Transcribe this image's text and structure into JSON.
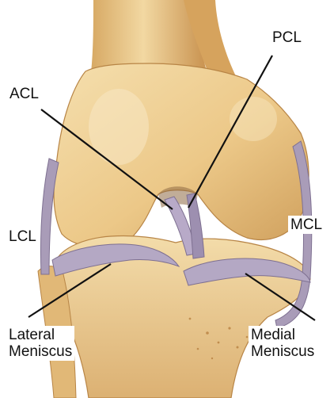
{
  "labels": {
    "pcl": "PCL",
    "acl": "ACL",
    "lcl": "LCL",
    "mcl": "MCL",
    "lateral_meniscus": [
      "Lateral",
      "Meniscus"
    ],
    "medial_meniscus": [
      "Medial",
      "Meniscus"
    ]
  },
  "colors": {
    "bone": "#ecc888",
    "bone_shadow": "#c99a55",
    "bone_highlight": "#f8e8c4",
    "ligament": "#a99cb8",
    "ligament_dark": "#7e7091",
    "leader_line": "#111111"
  }
}
